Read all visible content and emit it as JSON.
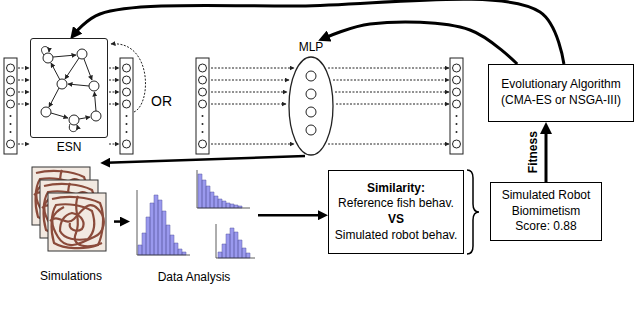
{
  "diagram": {
    "nodes": [
      {
        "text": [
          "ESN"
        ]
      },
      {
        "text": [
          "MLP"
        ]
      },
      {
        "text": [
          "Evolutionary Algorithm (CMA-ES or NSGA-III)"
        ]
      },
      {
        "text": [
          "Simulations"
        ]
      },
      {
        "text": [
          "Data Analysis"
        ]
      },
      {
        "text": [
          "Similarity:",
          "Reference fish behav.",
          "VS",
          "Simulated robot behav."
        ]
      },
      {
        "text": [
          "Simulated Robot Biomimetism Score: 0.88"
        ]
      }
    ],
    "edges": [
      {
        "from": 2,
        "to": 0,
        "arrow": "to"
      },
      {
        "from": 2,
        "to": 1,
        "arrow": "to"
      },
      {
        "from": 1,
        "to": 3,
        "arrow": "to"
      },
      {
        "from": 3,
        "to": 4,
        "arrow": "to"
      },
      {
        "from": 4,
        "to": 5,
        "arrow": "to"
      },
      {
        "from": 6,
        "to": 2,
        "arrow": "to",
        "label": "Fitness"
      }
    ],
    "labels": [
      "OR"
    ]
  }
}
